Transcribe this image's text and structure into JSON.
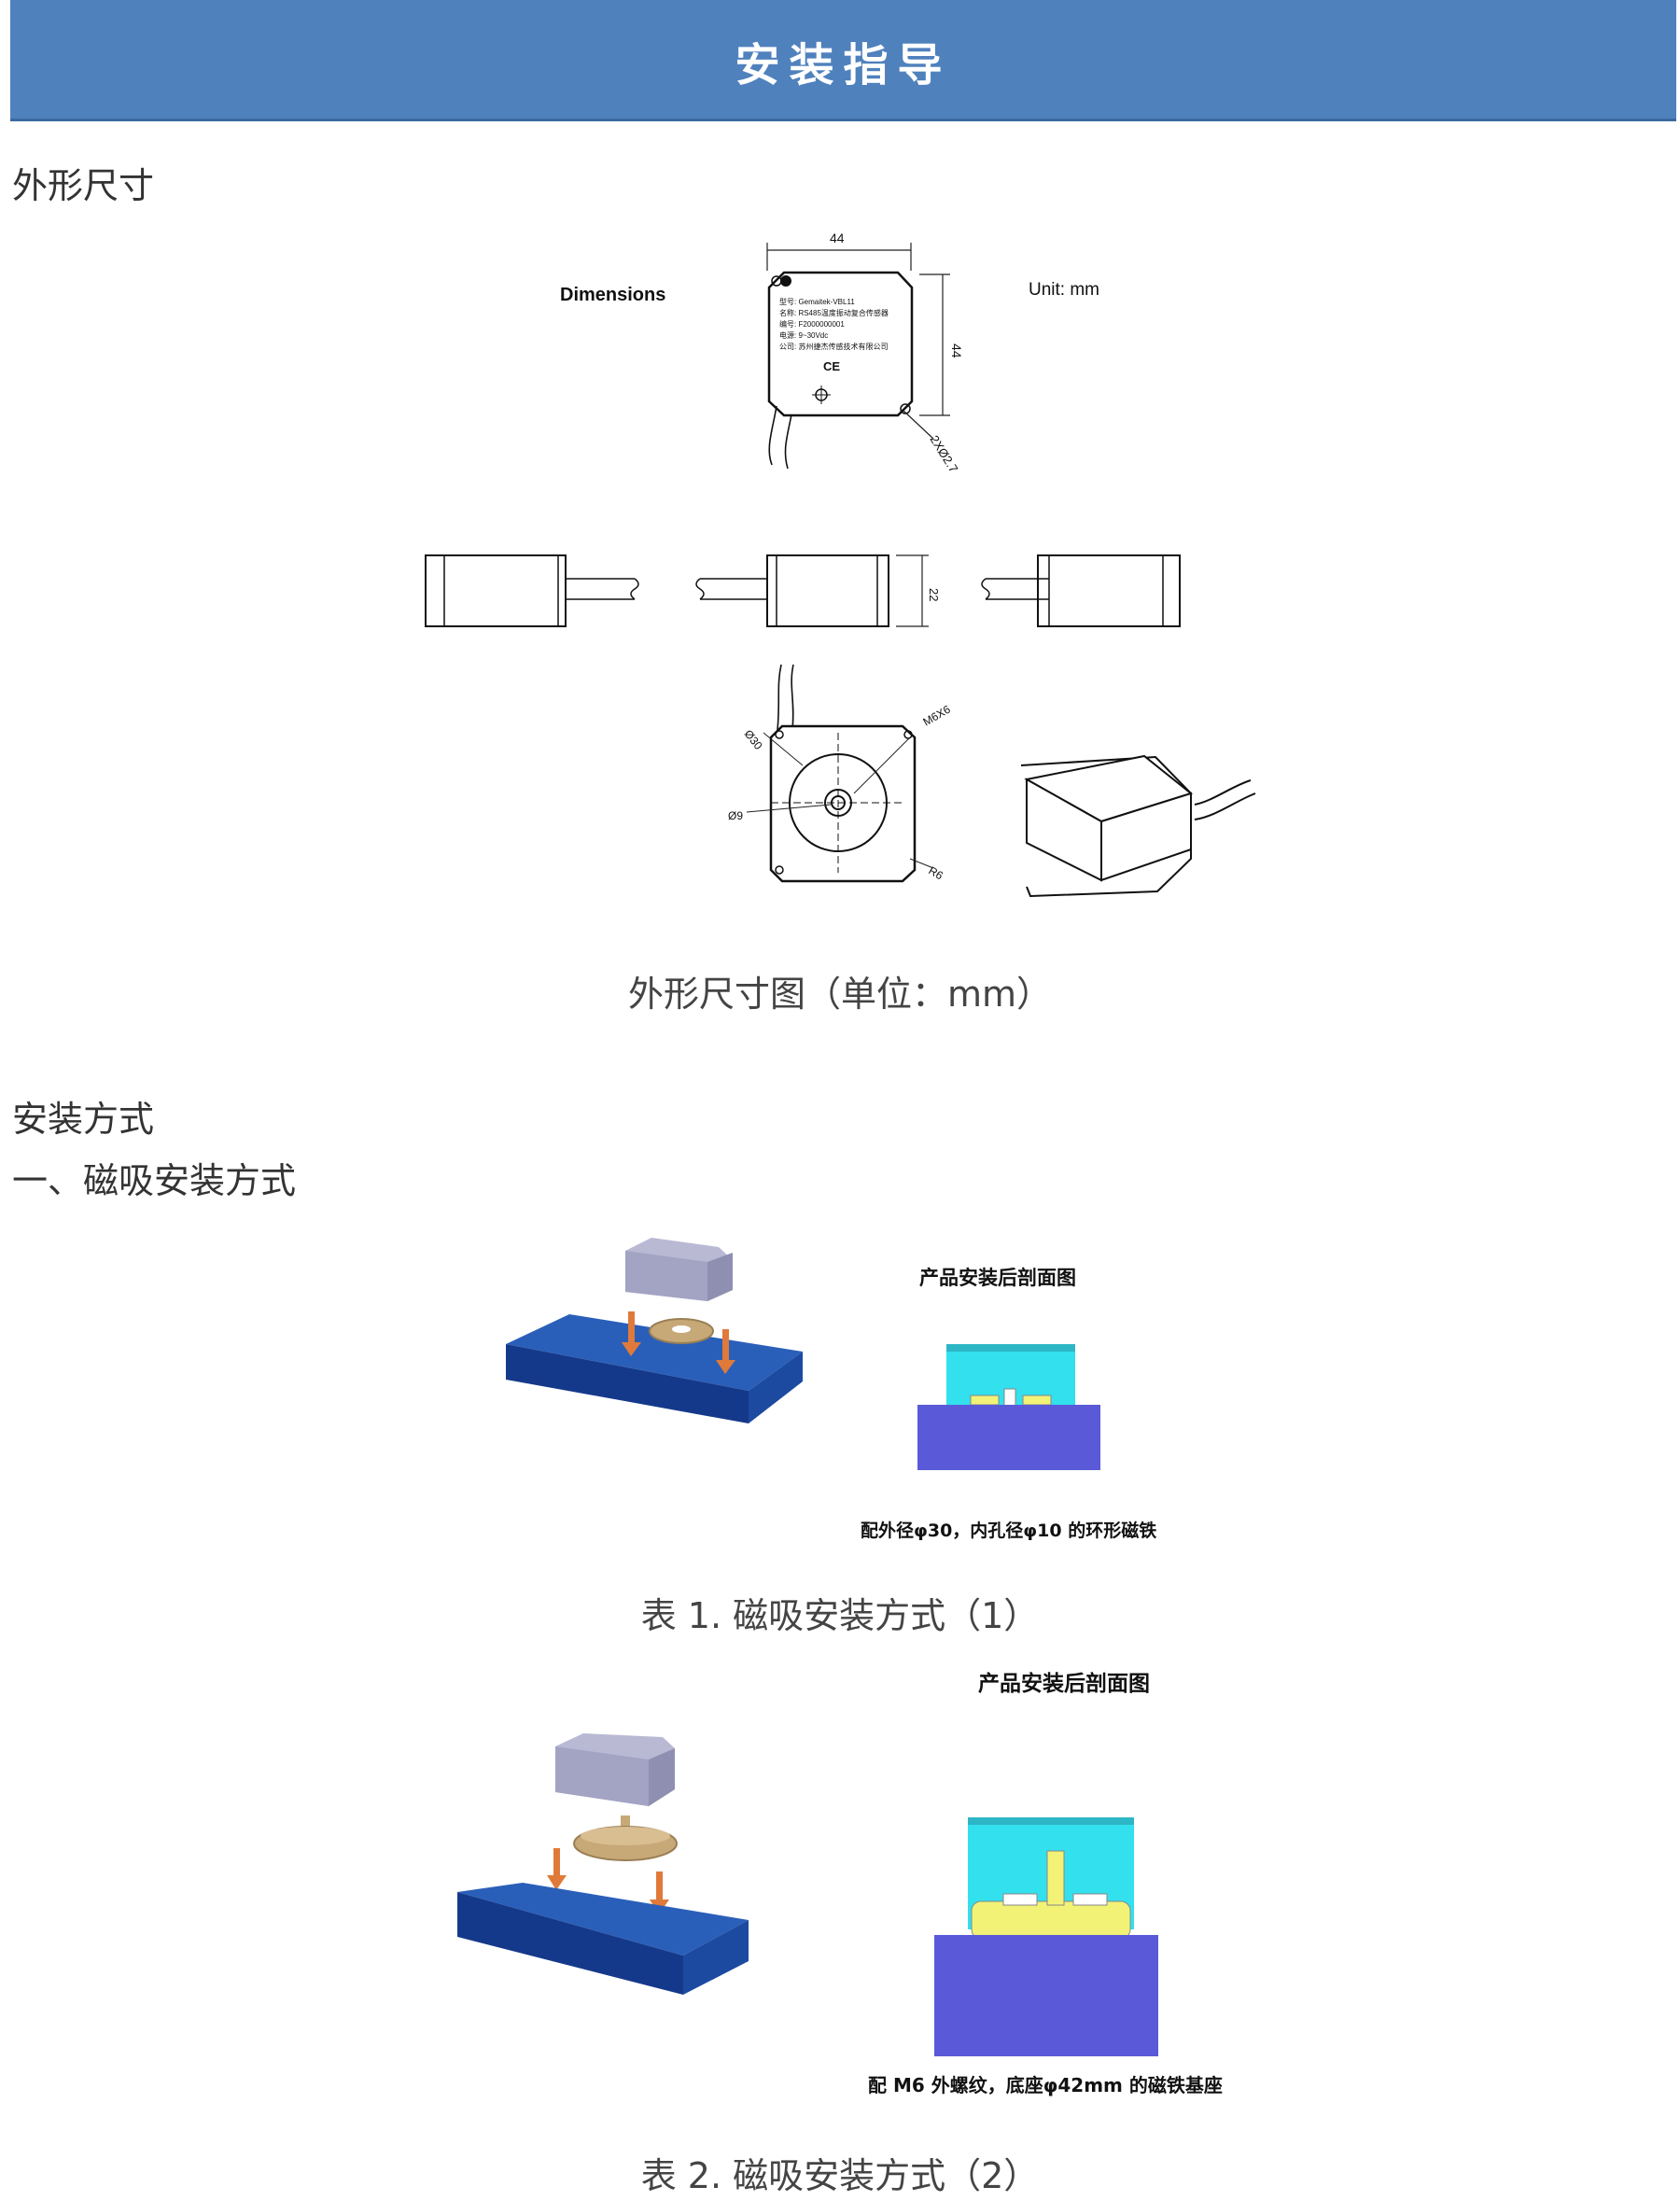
{
  "header": {
    "title": "安装指导"
  },
  "sections": {
    "dimensions_heading": "外形尺寸",
    "install_heading": "安装方式",
    "magnet_heading": "一、磁吸安装方式"
  },
  "drawing": {
    "dimensions_label": "Dimensions",
    "unit_label": "Unit: mm",
    "width_dim": "44",
    "height_dim": "44",
    "side_height_dim": "22",
    "hole_dim": "2XØ2.7",
    "bottom_dim_30": "Ø30",
    "bottom_dim_9": "Ø9",
    "bottom_dim_m6": "M6X6",
    "bottom_dim_r6": "R6",
    "nameplate_lines": [
      "型号: Gemaitek-VBL11",
      "名称: RS485温度振动复合传感器",
      "编号: F2000000001",
      "电源: 9~30Vdc",
      "公司: 苏州捷杰传感技术有限公司"
    ],
    "caption": "外形尺寸图（单位：mm）"
  },
  "figure1": {
    "section_title": "产品安装后剖面图",
    "note": "配外径φ30，内孔径φ10 的环形磁铁",
    "caption": "表 1.  磁吸安装方式（1）"
  },
  "figure2": {
    "section_title": "产品安装后剖面图",
    "note": "配 M6 外螺纹，底座φ42mm 的磁铁基座",
    "caption": "表 2.  磁吸安装方式（2）"
  },
  "colors": {
    "banner": "#4f81bd",
    "plate_blue": "#1f4fa6",
    "housing_gray": "#a9a9c7",
    "magnet_gold": "#c7a877",
    "arrow_orange": "#e07a3a",
    "section_cyan": "#33e0ee",
    "section_yellow": "#f2f277",
    "grid_purple": "#5a5ad8"
  }
}
